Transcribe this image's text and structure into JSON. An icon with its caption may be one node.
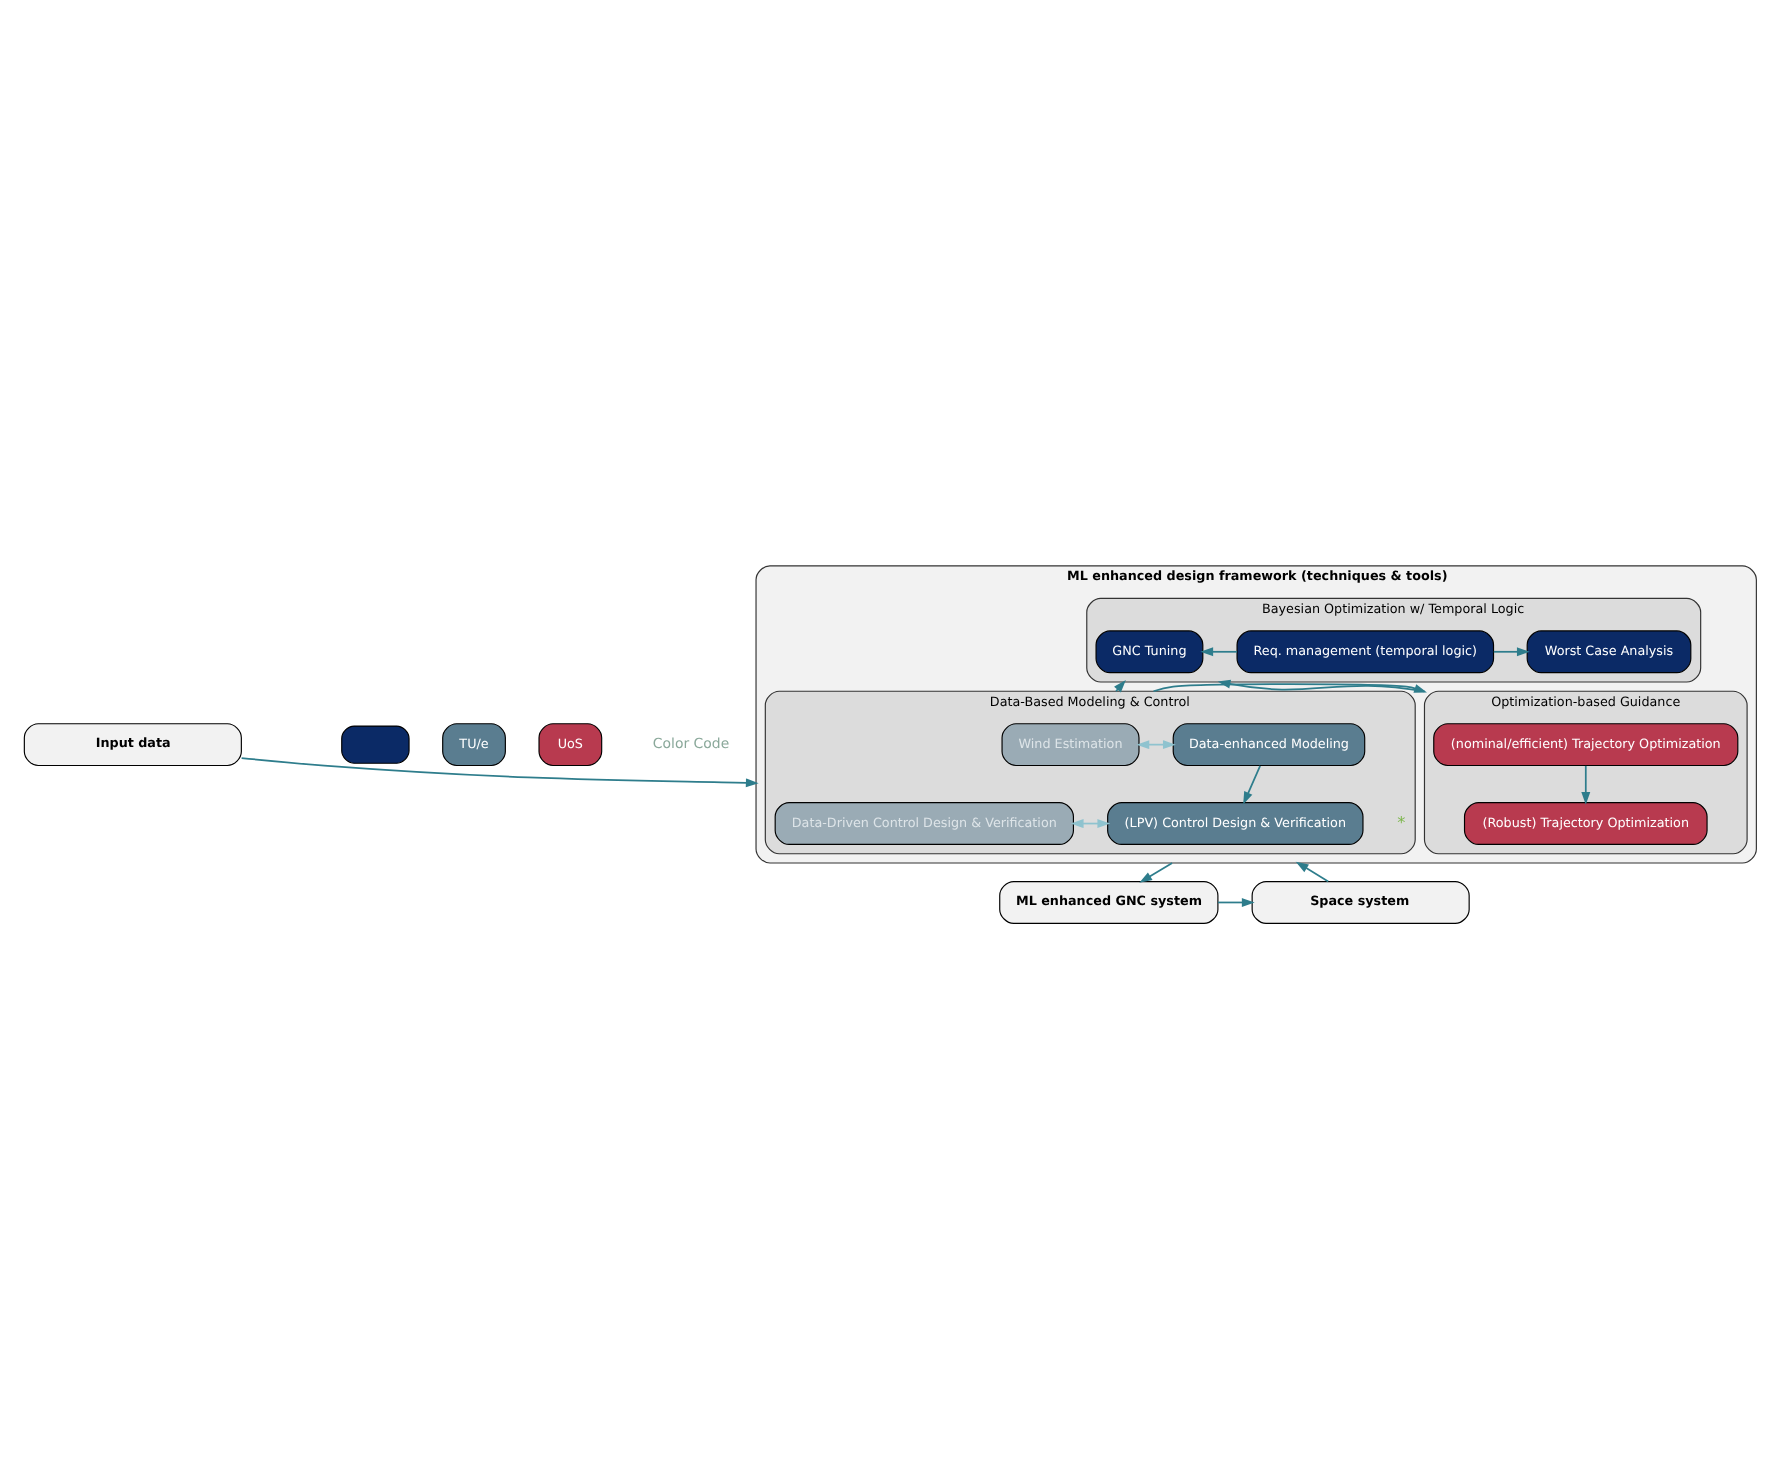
{
  "diagram": {
    "nodes": [
      {
        "text": [
          "Input data"
        ]
      },
      {
        "text": [],
        "shape": "box"
      },
      {
        "text": [
          "TU/e"
        ]
      },
      {
        "text": [
          "UoS"
        ]
      },
      {
        "text": [
          "ML enhanced design framework (techniques & tools)"
        ]
      },
      {
        "text": [
          "Bayesian Optimization w/ Temporal Logic"
        ],
        "in": 4
      },
      {
        "text": [
          "GNC Tuning"
        ],
        "in": 5
      },
      {
        "text": [
          "Req. management (temporal logic)"
        ],
        "in": 5
      },
      {
        "text": [
          "Worst Case Analysis"
        ],
        "in": 5
      },
      {
        "text": [
          "Optimization-based Guidance"
        ],
        "in": 4
      },
      {
        "text": [
          "(nominal/efficient) Trajectory Optimization"
        ],
        "in": 9
      },
      {
        "text": [
          "(Robust) Trajectory Optimization"
        ],
        "in": 9
      },
      {
        "text": [
          "Data-Based Modeling & Control"
        ],
        "in": 4
      },
      {
        "text": [
          "Wind Estimation"
        ],
        "in": 12
      },
      {
        "text": [
          "Data-enhanced Modeling"
        ],
        "in": 12
      },
      {
        "text": [
          "Data-Driven Control Design & Verification"
        ],
        "in": 12
      },
      {
        "text": [
          "(LPV) Control Design & Verification"
        ],
        "in": 12,
        "beside": [
          "*"
        ]
      },
      {
        "text": [
          "Space system"
        ]
      },
      {
        "text": [
          "ML enhanced GNC system"
        ]
      }
    ],
    "edges": [
      {
        "from": 0,
        "to": 4,
        "arrow": "to"
      },
      {
        "from": 7,
        "to": 6,
        "arrow": "to"
      },
      {
        "from": 7,
        "to": 8,
        "arrow": "to"
      },
      {
        "from": 9,
        "to": 5,
        "arrow": "to"
      },
      {
        "from": 12,
        "to": 5,
        "arrow": "to"
      },
      {
        "from": 12,
        "to": 9,
        "arrow": "to"
      },
      {
        "from": 10,
        "to": 11,
        "arrow": "to"
      },
      {
        "from": 13,
        "to": 14,
        "arrow": "both",
        "color": "#8fc3cf"
      },
      {
        "from": 14,
        "to": 16,
        "arrow": "to"
      },
      {
        "from": 15,
        "to": 16,
        "arrow": "both",
        "color": "#8fc3cf"
      },
      {
        "from": 4,
        "to": 18,
        "arrow": "to"
      },
      {
        "from": 18,
        "to": 17,
        "arrow": "to"
      },
      {
        "from": 17,
        "to": 4,
        "arrow": "to"
      }
    ],
    "labels": [
      "Color Code"
    ]
  }
}
